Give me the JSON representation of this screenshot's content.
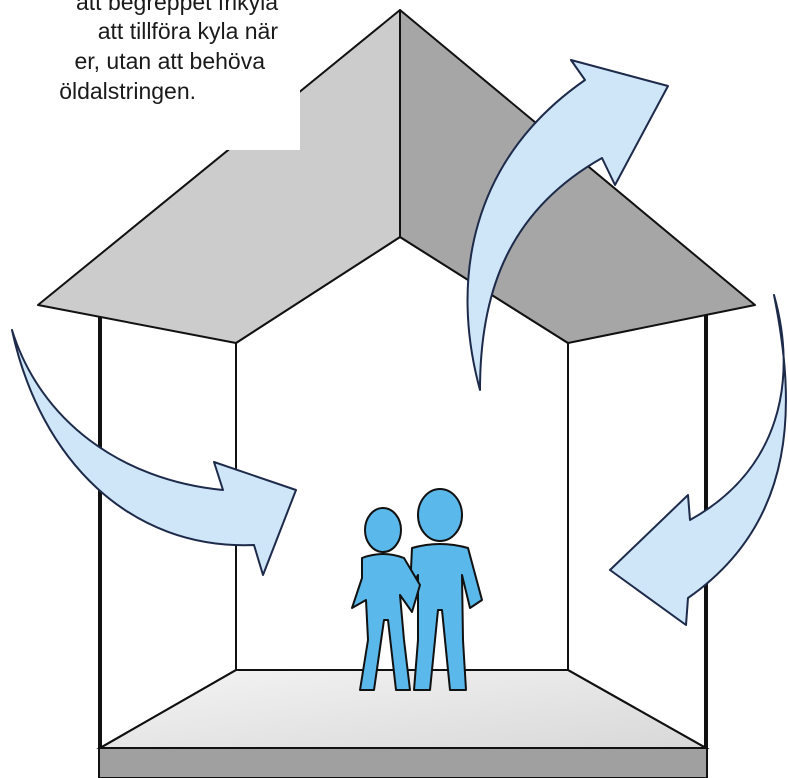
{
  "caption": {
    "lines": [
      "att begreppet frikyla",
      "att tillföra kyla när",
      "er, utan att behöva",
      "öldalstringen."
    ]
  },
  "colors": {
    "roof_left": "#cccccc",
    "roof_right": "#a6a6a6",
    "floor": "#e6e6e6",
    "floor_front": "#a0a0a0",
    "arrow_fill": "#cfe6f8",
    "arrow_stroke": "#1d2a4a",
    "people_fill": "#5ab8ea",
    "outline": "#111111"
  }
}
